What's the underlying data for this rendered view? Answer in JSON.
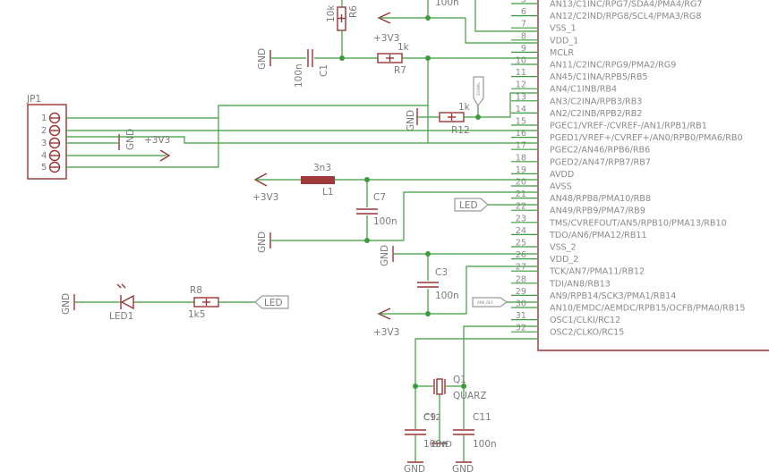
{
  "pins": [
    {
      "num": "5",
      "label": "AN13/C1INC/RPG7/SDA4/PMA4/RG7"
    },
    {
      "num": "6",
      "label": "AN12/C2IND/RPG8/SCL4/PMA3/RG8"
    },
    {
      "num": "7",
      "label": "VSS_1"
    },
    {
      "num": "8",
      "label": "VDD_1"
    },
    {
      "num": "9",
      "label": "MCLR"
    },
    {
      "num": "10",
      "label": "AN11/C2INC/RPG9/PMA2/RG9"
    },
    {
      "num": "11",
      "label": "AN45/C1INA/RPB5/RB5"
    },
    {
      "num": "12",
      "label": "AN4/C1INB/RB4"
    },
    {
      "num": "13",
      "label": "AN3/C2INA/RPB3/RB3"
    },
    {
      "num": "14",
      "label": "AN2/C2INB/RPB2/RB2"
    },
    {
      "num": "15",
      "label": "PGEC1/VREF-/CVREF-/AN1/RPB1/RB1"
    },
    {
      "num": "16",
      "label": "PGED1/VREF+/CVREF+/AN0/RPB0/PMA6/RB0"
    },
    {
      "num": "17",
      "label": "PGEC2/AN46/RPB6/RB6"
    },
    {
      "num": "18",
      "label": "PGED2/AN47/RPB7/RB7"
    },
    {
      "num": "19",
      "label": "AVDD"
    },
    {
      "num": "20",
      "label": "AVSS"
    },
    {
      "num": "21",
      "label": "AN48/RPB8/PMA10/RB8"
    },
    {
      "num": "22",
      "label": "AN49/RPB9/PMA7/RB9"
    },
    {
      "num": "23",
      "label": "TMS/CVREFOUT/AN5/RPB10/PMA13/RB10"
    },
    {
      "num": "24",
      "label": "TDO/AN6/PMA12/RB11"
    },
    {
      "num": "25",
      "label": "VSS_2"
    },
    {
      "num": "26",
      "label": "VDD_2"
    },
    {
      "num": "27",
      "label": "TCK/AN7/PMA11/RB12"
    },
    {
      "num": "28",
      "label": "TDI/AN8/RB13"
    },
    {
      "num": "29",
      "label": "AN9/RPB14/SCK3/PMA1/RB14"
    },
    {
      "num": "30",
      "label": "AN10/EMDC/AEMDC/RPB15/OCFB/PMA0/RB15"
    },
    {
      "num": "31",
      "label": "OSC1/CLKI/RC12"
    },
    {
      "num": "32",
      "label": "OSC2/CLKO/RC15"
    }
  ],
  "labels": {
    "r6_value": "10k",
    "r6_name": "R6",
    "top_value": "100n",
    "vcc_top": "+3V3",
    "gnd_c1": "GND",
    "c1_value": "100n",
    "c1_name": "C1",
    "r7_value": "1k",
    "r7_name": "R7",
    "r12_value": "1k",
    "r12_name": "R12",
    "gnd_r12": "GND",
    "probe_tag": "SIGNAL",
    "jp1_name": "JP1",
    "jp_pins": [
      "1",
      "2",
      "3",
      "4",
      "5"
    ],
    "gnd_jp": "GND",
    "vcc_jp": "+3V3",
    "l1_value": "3n3",
    "l1_name": "L1",
    "vcc_l1": "+3V3",
    "c7_name": "C7",
    "c7_value": "100n",
    "gnd_c7": "GND",
    "led_flag_top": "LED",
    "gnd_mid": "GND",
    "c3_name": "C3",
    "c3_value": "100n",
    "small_tag": "AN9_REF",
    "vcc_c3": "+3V3",
    "gnd_led": "GND",
    "led_name": "LED1",
    "r8_name": "R8",
    "r8_value": "1k5",
    "led_flag_left": "LED",
    "q1_name": "Q1",
    "q1_value": "QUARZ",
    "c_mid_name": "C12",
    "c_mid_gnd": "GND",
    "c_left_name": "C9",
    "c_left_value": "100n",
    "c11_name": "C11",
    "c11_value": "100n",
    "gnd_b1": "GND",
    "gnd_b2": "GND"
  }
}
